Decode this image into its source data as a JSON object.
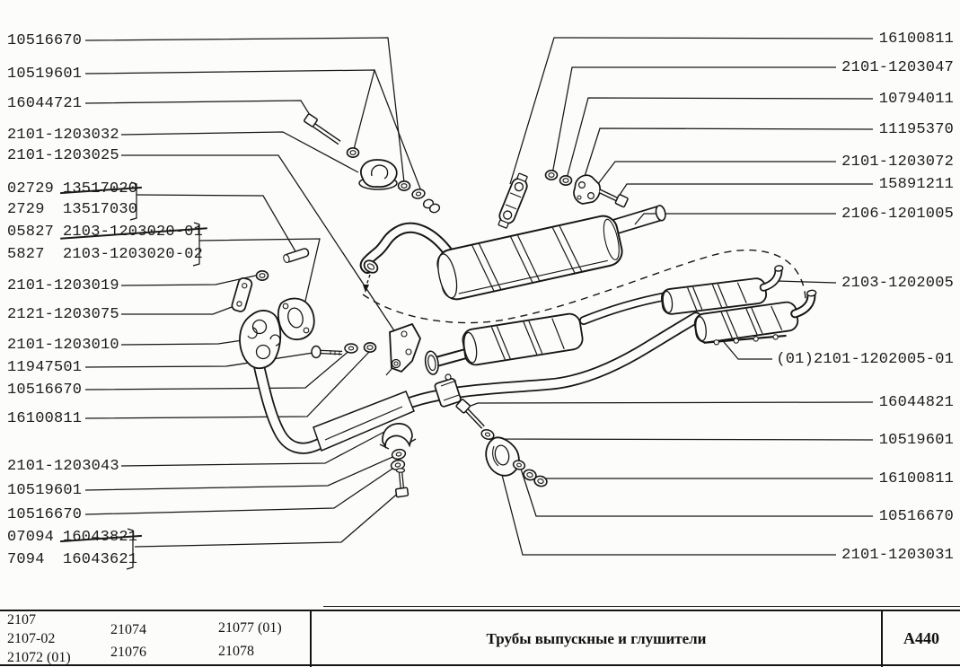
{
  "page": {
    "background": "#fcfcfa",
    "ink": "#161616"
  },
  "diagram": {
    "left_labels": [
      {
        "text": "10516670"
      },
      {
        "text": "10519601"
      },
      {
        "text": "16044721"
      },
      {
        "text": "2101-1203032"
      },
      {
        "text": "2101-1203025"
      },
      {
        "code": "02729",
        "text": "13517020",
        "struck": true
      },
      {
        "code": "2729",
        "text": "13517030"
      },
      {
        "code": "05827",
        "text": "2103-1203020-01",
        "struck": true
      },
      {
        "code": "5827",
        "text": "2103-1203020-02"
      },
      {
        "text": "2101-1203019"
      },
      {
        "text": "2121-1203075"
      },
      {
        "text": "2101-1203010"
      },
      {
        "text": "11947501"
      },
      {
        "text": "10516670"
      },
      {
        "text": "16100811"
      },
      {
        "text": "2101-1203043"
      },
      {
        "text": "10519601"
      },
      {
        "text": "10516670"
      },
      {
        "code": "07094",
        "text": "16043821",
        "struck": true
      },
      {
        "code": "7094",
        "text": "16043621"
      }
    ],
    "right_labels": [
      {
        "text": "16100811"
      },
      {
        "text": "2101-1203047"
      },
      {
        "text": "10794011"
      },
      {
        "text": "11195370"
      },
      {
        "text": "2101-1203072"
      },
      {
        "text": "15891211"
      },
      {
        "text": "2106-1201005"
      },
      {
        "text": "2103-1202005"
      },
      {
        "text": "(01)2101-1202005-01"
      },
      {
        "text": "16044821"
      },
      {
        "text": "10519601"
      },
      {
        "text": "16100811"
      },
      {
        "text": "10516670"
      },
      {
        "text": "2101-1203031"
      }
    ]
  },
  "footer": {
    "models_col1": [
      "2107",
      "2107-02",
      "21072 (01)"
    ],
    "models_col2": [
      "21074",
      "21076"
    ],
    "models_col3": [
      "21077 (01)",
      "21078"
    ],
    "title": "Трубы выпускные и глушители",
    "sheet": "А440"
  }
}
